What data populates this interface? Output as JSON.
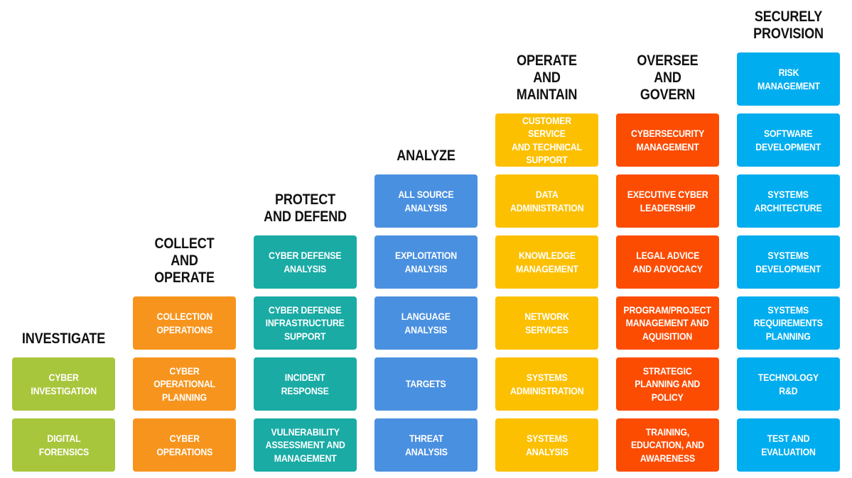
{
  "categories": [
    {
      "id": "investigate",
      "title": "INVESTIGATE",
      "color": "#a8c63b",
      "roles": [
        "CYBER\nINVESTIGATION",
        "DIGITAL\nFORENSICS"
      ]
    },
    {
      "id": "collect",
      "title": "COLLECT AND\nOPERATE",
      "color": "#f7941d",
      "roles": [
        "COLLECTION\nOPERATIONS",
        "CYBER OPERATIONAL\nPLANNING",
        "CYBER\nOPERATIONS"
      ]
    },
    {
      "id": "protect",
      "title": "PROTECT\nAND DEFEND",
      "color": "#1aaba5",
      "roles": [
        "CYBER DEFENSE\nANALYSIS",
        "CYBER DEFENSE\nINFRASTRUCTURE\nSUPPORT",
        "INCIDENT\nRESPONSE",
        "VULNERABILITY\nASSESSMENT AND\nMANAGEMENT"
      ]
    },
    {
      "id": "analyze",
      "title": "ANALYZE",
      "color": "#4a90e0",
      "roles": [
        "ALL SOURCE\nANALYSIS",
        "EXPLOITATION\nANALYSIS",
        "LANGUAGE\nANALYSIS",
        "TARGETS",
        "THREAT\nANALYSIS"
      ]
    },
    {
      "id": "operate",
      "title": "OPERATE AND\nMAINTAIN",
      "color": "#fcc000",
      "roles": [
        "CUSTOMER SERVICE\nAND TECHNICAL\nSUPPORT",
        "DATA\nADMINISTRATION",
        "KNOWLEDGE\nMANAGEMENT",
        "NETWORK\nSERVICES",
        "SYSTEMS\nADMINISTRATION",
        "SYSTEMS\nANALYSIS"
      ]
    },
    {
      "id": "oversee",
      "title": "OVERSEE AND\nGOVERN",
      "color": "#fc4c02",
      "roles": [
        "CYBERSECURITY\nMANAGEMENT",
        "EXECUTIVE CYBER\nLEADERSHIP",
        "LEGAL ADVICE\nAND ADVOCACY",
        "PROGRAM/PROJECT\nMANAGEMENT AND\nAQUISITION",
        "STRATEGIC\nPLANNING AND\nPOLICY",
        "TRAINING,\nEDUCATION, AND\nAWARENESS"
      ]
    },
    {
      "id": "securely",
      "title": "SECURELY\nPROVISION",
      "color": "#00adef",
      "roles": [
        "RISK\nMANAGEMENT",
        "SOFTWARE\nDEVELOPMENT",
        "SYSTEMS\nARCHITECTURE",
        "SYSTEMS\nDEVELOPMENT",
        "SYSTEMS\nREQUIREMENTS\nPLANNING",
        "TECHNOLOGY\nR&D",
        "TEST AND\nEVALUATION"
      ]
    }
  ]
}
